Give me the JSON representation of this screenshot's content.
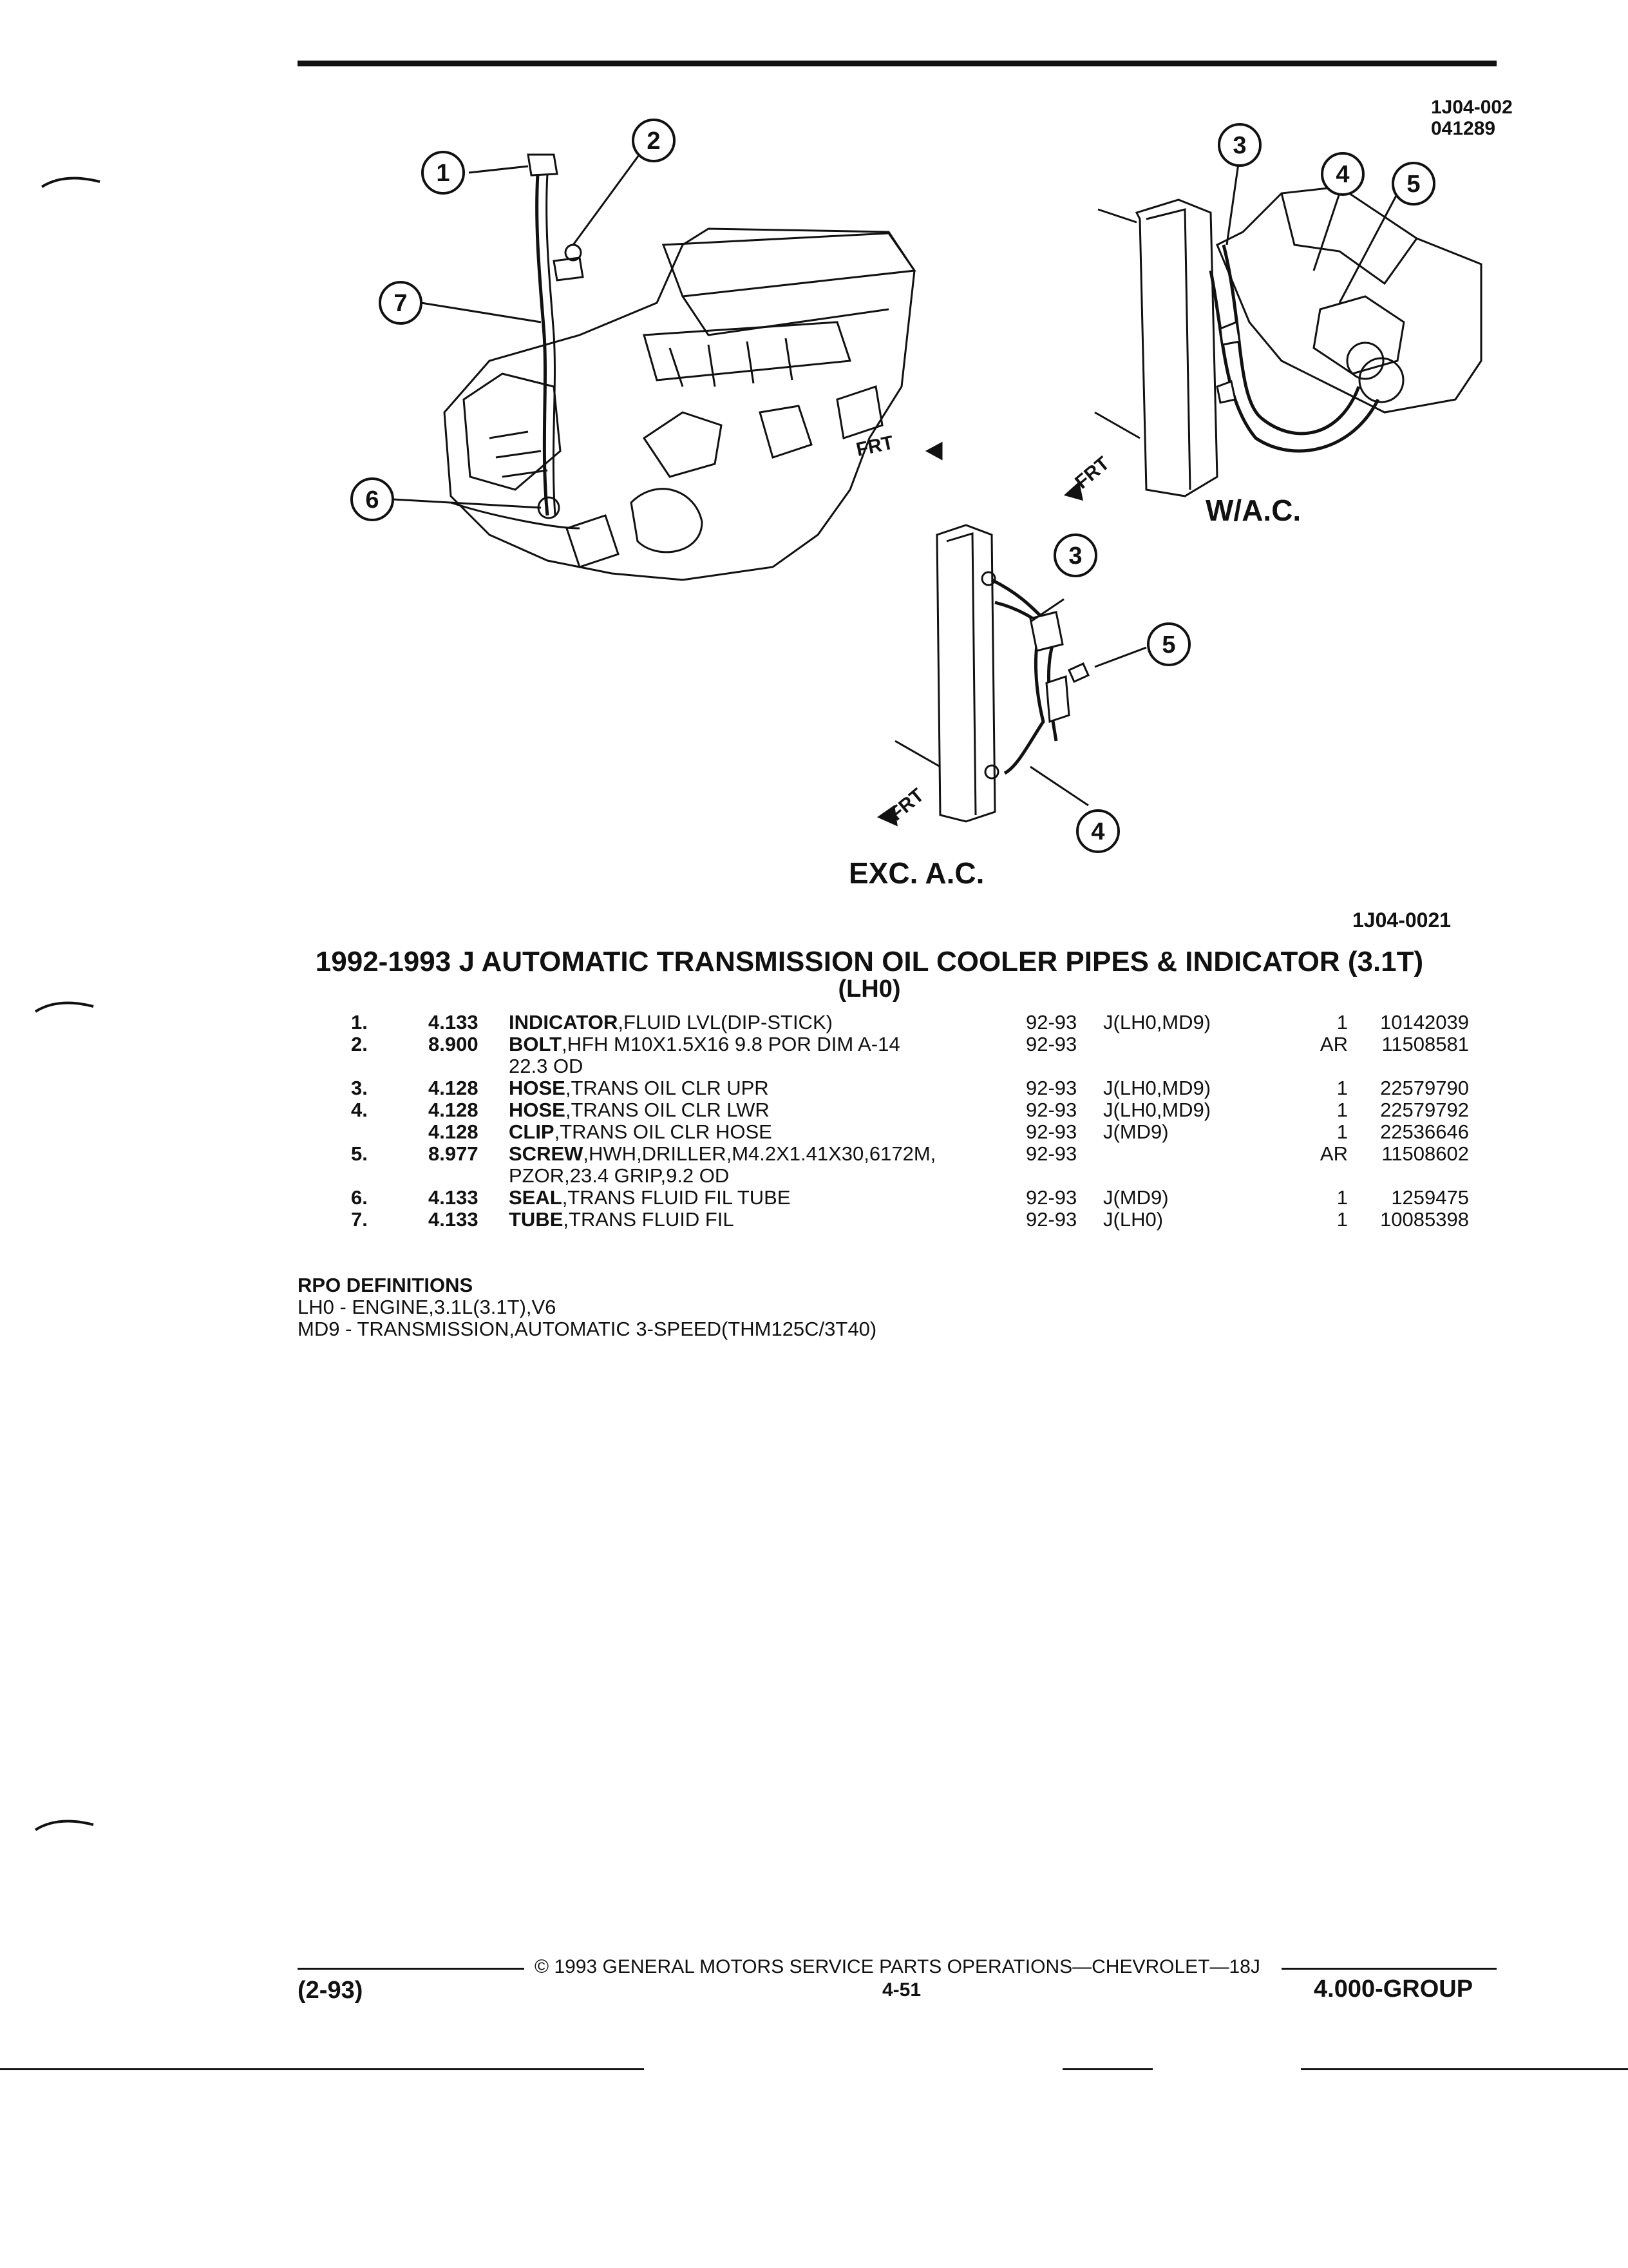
{
  "figure": {
    "id_top": [
      "1J04-002",
      "041289"
    ],
    "id_bottom": "1J04-0021",
    "callouts": [
      "1",
      "2",
      "3",
      "4",
      "5",
      "6",
      "7"
    ],
    "labels": {
      "wac": "W/A.C.",
      "exc_ac": "EXC. A.C.",
      "frt": "FRT"
    }
  },
  "title": "1992-1993 J AUTOMATIC TRANSMISSION OIL COOLER PIPES & INDICATOR (3.1T)",
  "subtitle": "(LH0)",
  "parts": [
    {
      "num": "1.",
      "group": "4.133",
      "name": "INDICATOR",
      "desc": ",FLUID LVL(DIP-STICK)",
      "desc2": "",
      "years": "92-93",
      "usage": "J(LH0,MD9)",
      "qty": "1",
      "part": "10142039"
    },
    {
      "num": "2.",
      "group": "8.900",
      "name": "BOLT",
      "desc": ",HFH M10X1.5X16 9.8 POR DIM A-14",
      "desc2": "22.3 OD",
      "years": "92-93",
      "usage": "",
      "qty": "AR",
      "part": "11508581"
    },
    {
      "num": "3.",
      "group": "4.128",
      "name": "HOSE",
      "desc": ",TRANS OIL CLR UPR",
      "desc2": "",
      "years": "92-93",
      "usage": "J(LH0,MD9)",
      "qty": "1",
      "part": "22579790"
    },
    {
      "num": "4.",
      "group": "4.128",
      "name": "HOSE",
      "desc": ",TRANS OIL CLR LWR",
      "desc2": "",
      "years": "92-93",
      "usage": "J(LH0,MD9)",
      "qty": "1",
      "part": "22579792"
    },
    {
      "num": "",
      "group": "4.128",
      "name": "CLIP",
      "desc": ",TRANS OIL CLR HOSE",
      "desc2": "",
      "years": "92-93",
      "usage": "J(MD9)",
      "qty": "1",
      "part": "22536646"
    },
    {
      "num": "5.",
      "group": "8.977",
      "name": "SCREW",
      "desc": ",HWH,DRILLER,M4.2X1.41X30,6172M,",
      "desc2": "PZOR,23.4 GRIP,9.2 OD",
      "years": "92-93",
      "usage": "",
      "qty": "AR",
      "part": "11508602"
    },
    {
      "num": "6.",
      "group": "4.133",
      "name": "SEAL",
      "desc": ",TRANS FLUID FIL TUBE",
      "desc2": "",
      "years": "92-93",
      "usage": "J(MD9)",
      "qty": "1",
      "part": "1259475"
    },
    {
      "num": "7.",
      "group": "4.133",
      "name": "TUBE",
      "desc": ",TRANS FLUID FIL",
      "desc2": "",
      "years": "92-93",
      "usage": "J(LH0)",
      "qty": "1",
      "part": "10085398"
    }
  ],
  "rpo": {
    "heading": "RPO DEFINITIONS",
    "lines": [
      "LH0 - ENGINE,3.1L(3.1T),V6",
      "MD9 - TRANSMISSION,AUTOMATIC 3-SPEED(THM125C/3T40)"
    ]
  },
  "footer": {
    "copyright": "© 1993 GENERAL MOTORS SERVICE PARTS OPERATIONS—CHEVROLET—18J",
    "date": "(2-93)",
    "page": "4-51",
    "group": "4.000-GROUP"
  }
}
